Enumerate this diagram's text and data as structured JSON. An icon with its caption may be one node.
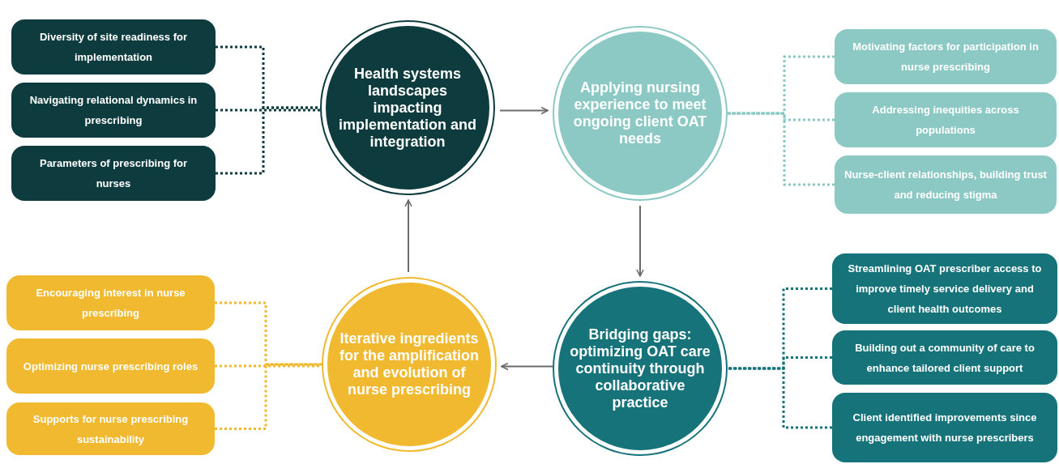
{
  "diagram": {
    "nodes": [
      {
        "text": [
          "Diversity of site readiness for implementation"
        ]
      },
      {
        "text": [
          "Navigating relational dynamics in prescribing"
        ]
      },
      {
        "text": [
          "Parameters of prescribing for nurses"
        ]
      },
      {
        "text": [
          "Health systems landscapes impacting implementation and integration"
        ]
      },
      {
        "text": [
          "Applying nursing experience to meet ongoing client OAT needs"
        ]
      },
      {
        "text": [
          "Motivating factors for participation in nurse prescribing"
        ]
      },
      {
        "text": [
          "Addressing inequities across populations"
        ]
      },
      {
        "text": [
          "Nurse-client relationships, building trust and reducing stigma"
        ]
      },
      {
        "text": [
          "Encouraging interest in nurse prescribing"
        ]
      },
      {
        "text": [
          "Iterative ingredients for the amplification and evolution of nurse prescribing"
        ]
      },
      {
        "text": [
          "Bridging gaps: optimizing OAT care continuity through collaborative practice"
        ]
      },
      {
        "text": [
          "Streamlining OAT prescriber access to improve timely service delivery and client health outcomes"
        ]
      },
      {
        "text": [
          "Optimizing nurse prescribing roles"
        ]
      },
      {
        "text": [
          "Building out a community of care to enhance tailored client support"
        ]
      },
      {
        "text": [
          "Supports for nurse prescribing sustainability"
        ]
      },
      {
        "text": [
          "Client identified improvements since engagement with nurse prescribers"
        ]
      }
    ],
    "edges": [
      {
        "from": 0,
        "to": 3,
        "arrow": "none",
        "style": "dashed",
        "color": "#0d3b3e"
      },
      {
        "from": 1,
        "to": 3,
        "arrow": "none",
        "style": "dashed",
        "color": "#0d3b3e"
      },
      {
        "from": 2,
        "to": 3,
        "arrow": "none",
        "style": "dashed",
        "color": "#0d3b3e"
      },
      {
        "from": 5,
        "to": 4,
        "arrow": "none",
        "style": "dashed",
        "color": "#8cc9c4"
      },
      {
        "from": 6,
        "to": 4,
        "arrow": "none",
        "style": "dashed",
        "color": "#8cc9c4"
      },
      {
        "from": 7,
        "to": 4,
        "arrow": "none",
        "style": "dashed",
        "color": "#8cc9c4"
      },
      {
        "from": 11,
        "to": 10,
        "arrow": "none",
        "style": "dashed",
        "color": "#17737a"
      },
      {
        "from": 13,
        "to": 10,
        "arrow": "none",
        "style": "dashed",
        "color": "#17737a"
      },
      {
        "from": 15,
        "to": 10,
        "arrow": "none",
        "style": "dashed",
        "color": "#17737a"
      },
      {
        "from": 8,
        "to": 9,
        "arrow": "none",
        "style": "dashed",
        "color": "#f0b92f"
      },
      {
        "from": 12,
        "to": 9,
        "arrow": "none",
        "style": "dashed",
        "color": "#f0b92f"
      },
      {
        "from": 14,
        "to": 9,
        "arrow": "none",
        "style": "dashed",
        "color": "#f0b92f"
      },
      {
        "from": 3,
        "to": 4,
        "arrow": "to"
      },
      {
        "from": 4,
        "to": 10,
        "arrow": "to"
      },
      {
        "from": 10,
        "to": 9,
        "arrow": "to"
      },
      {
        "from": 9,
        "to": 3,
        "arrow": "to"
      }
    ]
  }
}
